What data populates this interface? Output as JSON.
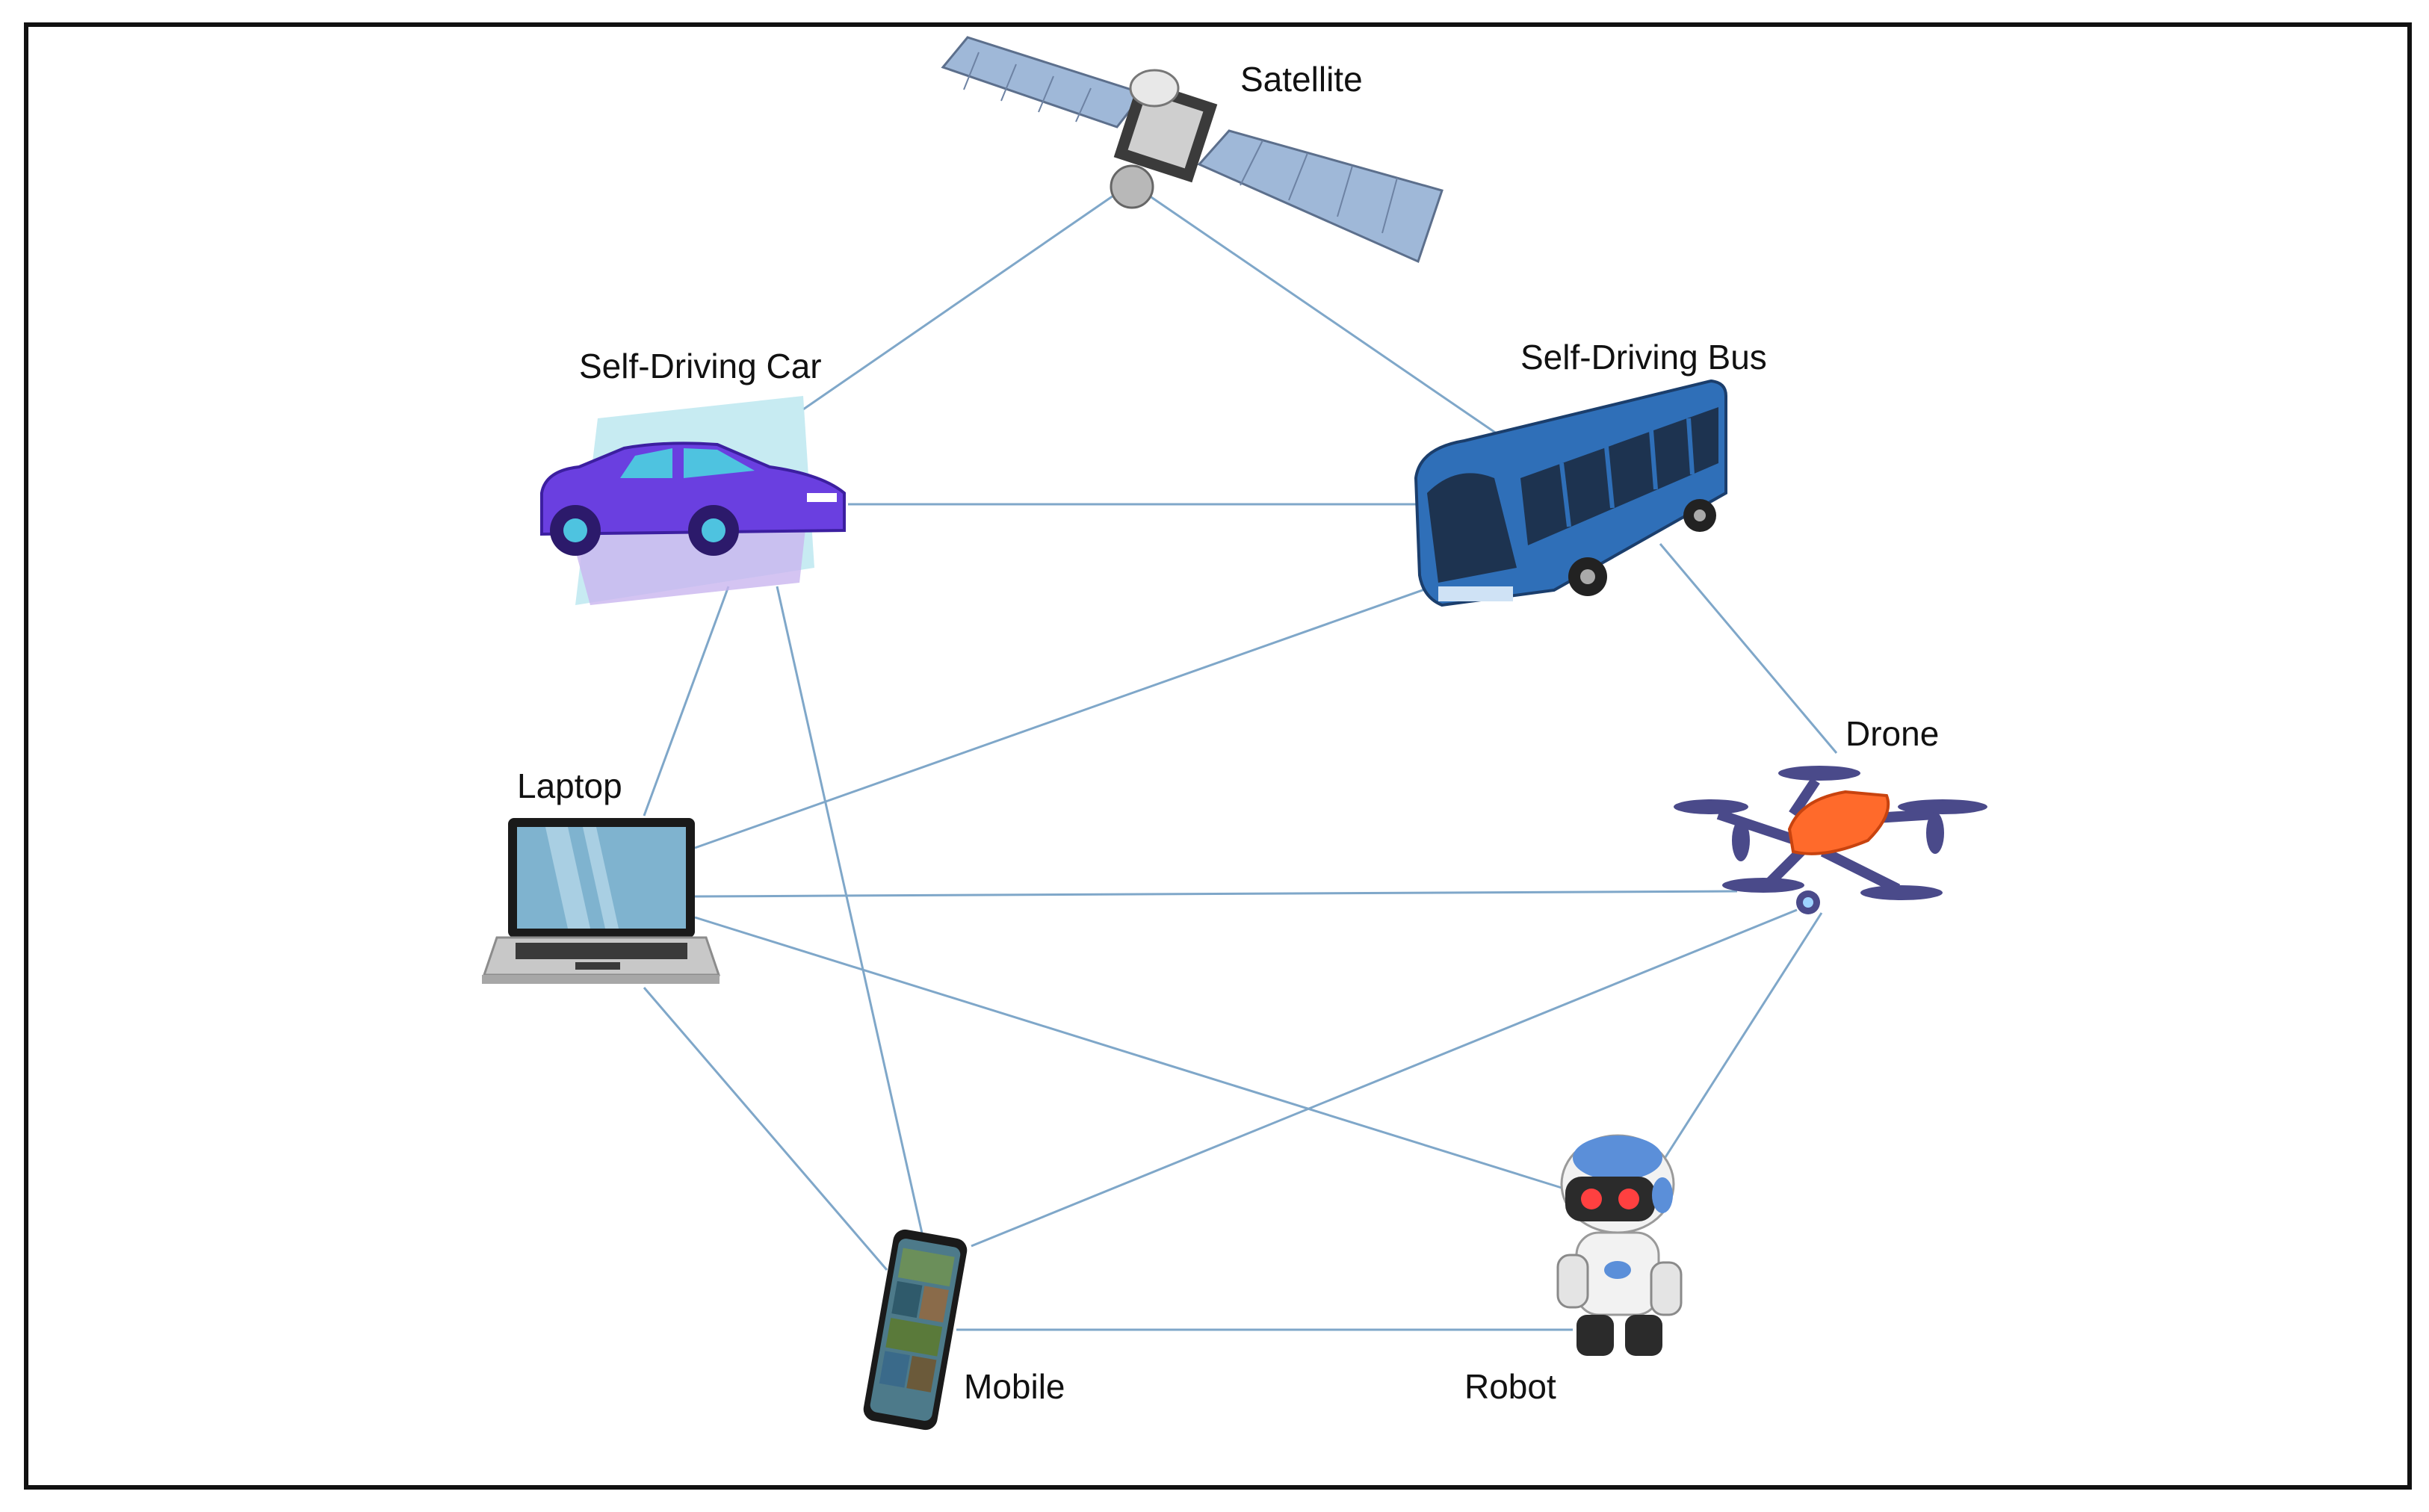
{
  "diagram": {
    "type": "network",
    "nodes": [
      {
        "id": "satellite",
        "label": "Satellite",
        "icon": "satellite-icon"
      },
      {
        "id": "car",
        "label": "Self-Driving Car",
        "icon": "car-icon"
      },
      {
        "id": "bus",
        "label": "Self-Driving Bus",
        "icon": "bus-icon"
      },
      {
        "id": "drone",
        "label": "Drone",
        "icon": "drone-icon"
      },
      {
        "id": "laptop",
        "label": "Laptop",
        "icon": "laptop-icon"
      },
      {
        "id": "mobile",
        "label": "Mobile",
        "icon": "mobile-phone-icon"
      },
      {
        "id": "robot",
        "label": "Robot",
        "icon": "robot-icon"
      }
    ],
    "edges": [
      [
        "satellite",
        "car"
      ],
      [
        "satellite",
        "bus"
      ],
      [
        "car",
        "bus"
      ],
      [
        "car",
        "laptop"
      ],
      [
        "car",
        "mobile"
      ],
      [
        "bus",
        "laptop"
      ],
      [
        "bus",
        "drone"
      ],
      [
        "laptop",
        "drone"
      ],
      [
        "laptop",
        "robot"
      ],
      [
        "laptop",
        "mobile"
      ],
      [
        "drone",
        "mobile"
      ],
      [
        "drone",
        "robot"
      ],
      [
        "mobile",
        "robot"
      ]
    ],
    "colors": {
      "link": "#7fa7c9",
      "border": "#111111",
      "car": "#6a3fe0",
      "bus": "#2f6fb8",
      "drone_body": "#ff6a2b",
      "drone_arms": "#4a4a8a",
      "laptop_screen": "#7fb3cf",
      "satellite_panel": "#9fb8d8"
    }
  }
}
